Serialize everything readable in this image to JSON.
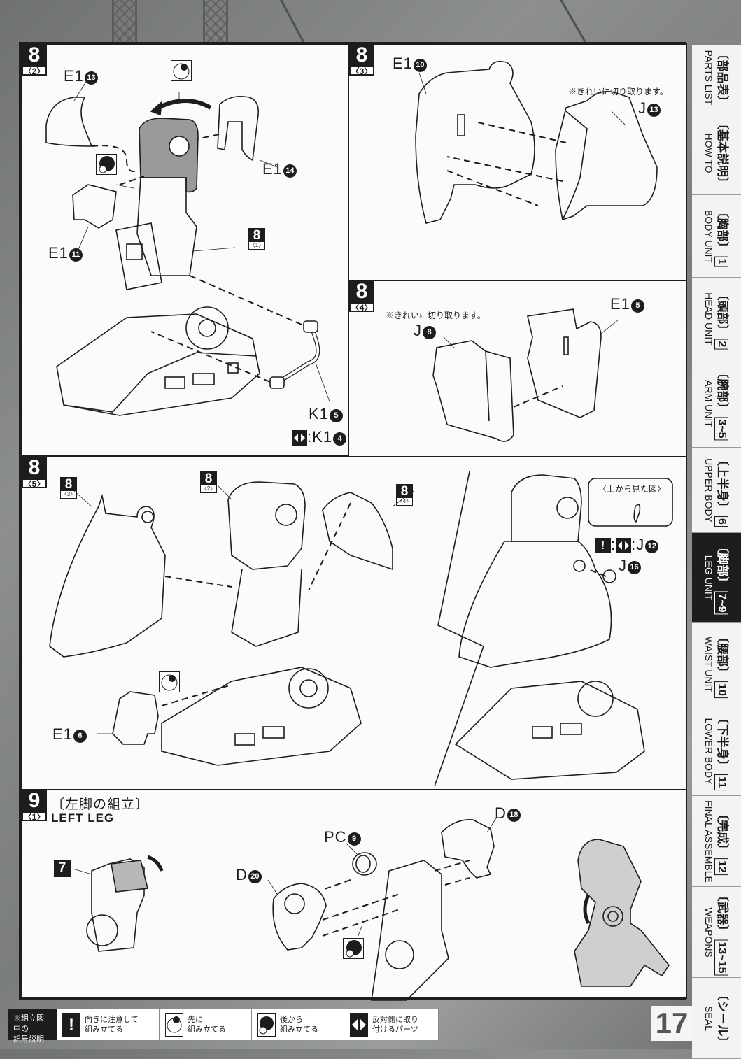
{
  "page": {
    "number": "17"
  },
  "side_tabs": [
    {
      "jp": "〔部品表〕",
      "en": "PARTS LIST",
      "num": ""
    },
    {
      "jp": "〔基本説明〕",
      "en": "HOW TO",
      "num": ""
    },
    {
      "jp": "〔胸部〕",
      "en": "BODY UNIT",
      "num": "1"
    },
    {
      "jp": "〔頭部〕",
      "en": "HEAD UNIT",
      "num": "2"
    },
    {
      "jp": "〔腕部〕",
      "en": "ARM UNIT",
      "num": "3~5"
    },
    {
      "jp": "〔上半身〕",
      "en": "UPPER BODY",
      "num": "6"
    },
    {
      "jp": "〔脚部〕",
      "en": "LEG UNIT",
      "num": "7~9",
      "active": true
    },
    {
      "jp": "〔腰部〕",
      "en": "WAIST UNIT",
      "num": "10"
    },
    {
      "jp": "〔下半身〕",
      "en": "LOWER BODY",
      "num": "11"
    },
    {
      "jp": "〔完成〕",
      "en": "FINAL ASSEMBLE",
      "num": "12"
    },
    {
      "jp": "〔武器〕",
      "en": "WEAPONS",
      "num": "13~15"
    },
    {
      "jp": "〔シール〕",
      "en": "SEAL",
      "num": ""
    }
  ],
  "panels": {
    "p8_2": {
      "step": "8",
      "sub": "〈2〉",
      "parts": {
        "a": "E1",
        "a_n": "13",
        "b": "E1",
        "b_n": "14",
        "c": "E1",
        "c_n": "11"
      },
      "ref": {
        "step": "8",
        "sub": "〈1〉"
      },
      "k_part": {
        "name": "K1",
        "n": "5"
      },
      "k_alt": {
        "name": "K1",
        "n": "4"
      }
    },
    "p8_3": {
      "step": "8",
      "sub": "〈3〉",
      "note": "※きれいに切り取ります。",
      "parts": {
        "a": "E1",
        "a_n": "10",
        "b": "J",
        "b_n": "13"
      }
    },
    "p8_4": {
      "step": "8",
      "sub": "〈4〉",
      "note": "※きれいに切り取ります。",
      "parts": {
        "a": "J",
        "a_n": "8",
        "b": "E1",
        "b_n": "5"
      }
    },
    "p8_5": {
      "step": "8",
      "sub": "〈5〉",
      "refs": [
        {
          "step": "8",
          "sub": "〈3〉"
        },
        {
          "step": "8",
          "sub": "〈2〉"
        },
        {
          "step": "8",
          "sub": "〈4〉"
        }
      ],
      "part": {
        "name": "E1",
        "n": "6"
      },
      "top_view_label": "〈上から見た図〉",
      "j12": {
        "name": "J",
        "n": "12"
      },
      "j16": {
        "name": "J",
        "n": "16"
      }
    },
    "p9_1": {
      "step": "9",
      "sub": "〈1〉",
      "title_jp": "〔左脚の組立〕",
      "title_en": "LEFT LEG",
      "ref_step": "7",
      "parts": {
        "pc": "PC",
        "pc_n": "9",
        "d18": "D",
        "d18_n": "18",
        "d20": "D",
        "d20_n": "20"
      }
    }
  },
  "legend": {
    "heading": "※組立図中の\n記号説明",
    "items": [
      {
        "icon": "caution-icon",
        "text": "向きに注意して\n組み立てる"
      },
      {
        "icon": "assemble-first-icon",
        "text": "先に\n組み立てる"
      },
      {
        "icon": "assemble-later-icon",
        "text": "後から\n組み立てる"
      },
      {
        "icon": "opposite-side-icon",
        "text": "反対側に取り\n付けるパーツ"
      }
    ]
  }
}
